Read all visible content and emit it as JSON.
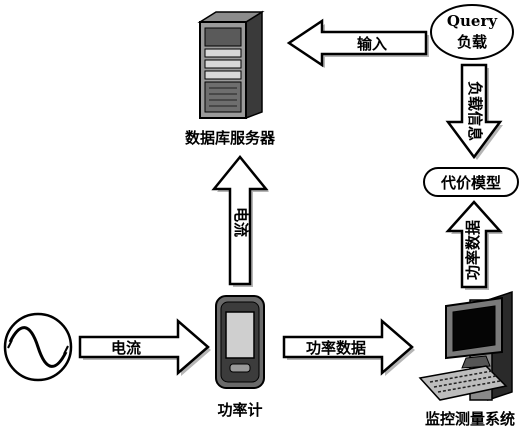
{
  "nodes": {
    "query_load": {
      "line1": "Query",
      "line2": "负载"
    },
    "database_server": {
      "label": "数据库服务器"
    },
    "cost_model": {
      "label": "代价模型"
    },
    "power_meter": {
      "label": "功率计"
    },
    "monitoring_system": {
      "label": "监控测量系统"
    }
  },
  "edges": {
    "input": "输入",
    "load_info": "负载信息",
    "power_data_up": "功率数据",
    "current_up": "电流",
    "current_in": "电流",
    "power_data_right": "功率数据"
  },
  "colors": {
    "ink": "#000000",
    "paper": "#ffffff",
    "shadow": "#b5b5b5"
  }
}
